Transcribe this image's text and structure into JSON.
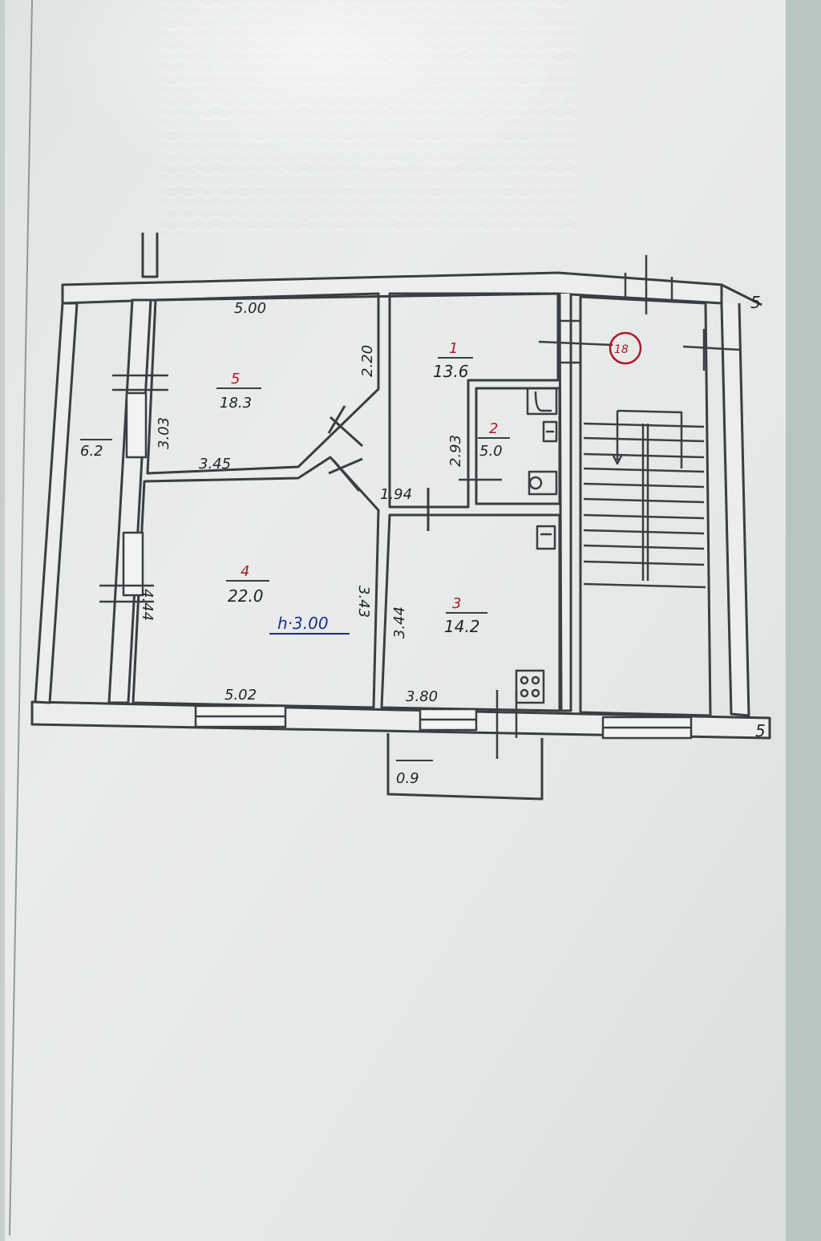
{
  "plan": {
    "rooms": [
      {
        "number": "1",
        "area": "13.6"
      },
      {
        "number": "2",
        "area": "5.0"
      },
      {
        "number": "3",
        "area": "14.2"
      },
      {
        "number": "4",
        "area": "22.0"
      },
      {
        "number": "5",
        "area": "18.3"
      }
    ],
    "dimensions": {
      "room5_top": "5.00",
      "room5_diag": "2.20",
      "room5_side": "3.03",
      "room5_bottom": "3.45",
      "room4_side": "4.44",
      "room4_bottom": "5.02",
      "room4_right": "3.43",
      "room3_left": "3.44",
      "room3_bottom": "3.80",
      "room2_side": "2.93",
      "corridor": "1.94",
      "outer_left": "6.2",
      "balcony": "0.9"
    },
    "ceiling_height": "h·3.00",
    "stair_number": "18",
    "section_marks": [
      "5",
      "5"
    ]
  },
  "colors": {
    "paper": "#e7ebe9",
    "ink": "#3a3e42",
    "wall_fill": "#eceeed",
    "red": "#b0182a",
    "blue": "#1d2f8a"
  }
}
